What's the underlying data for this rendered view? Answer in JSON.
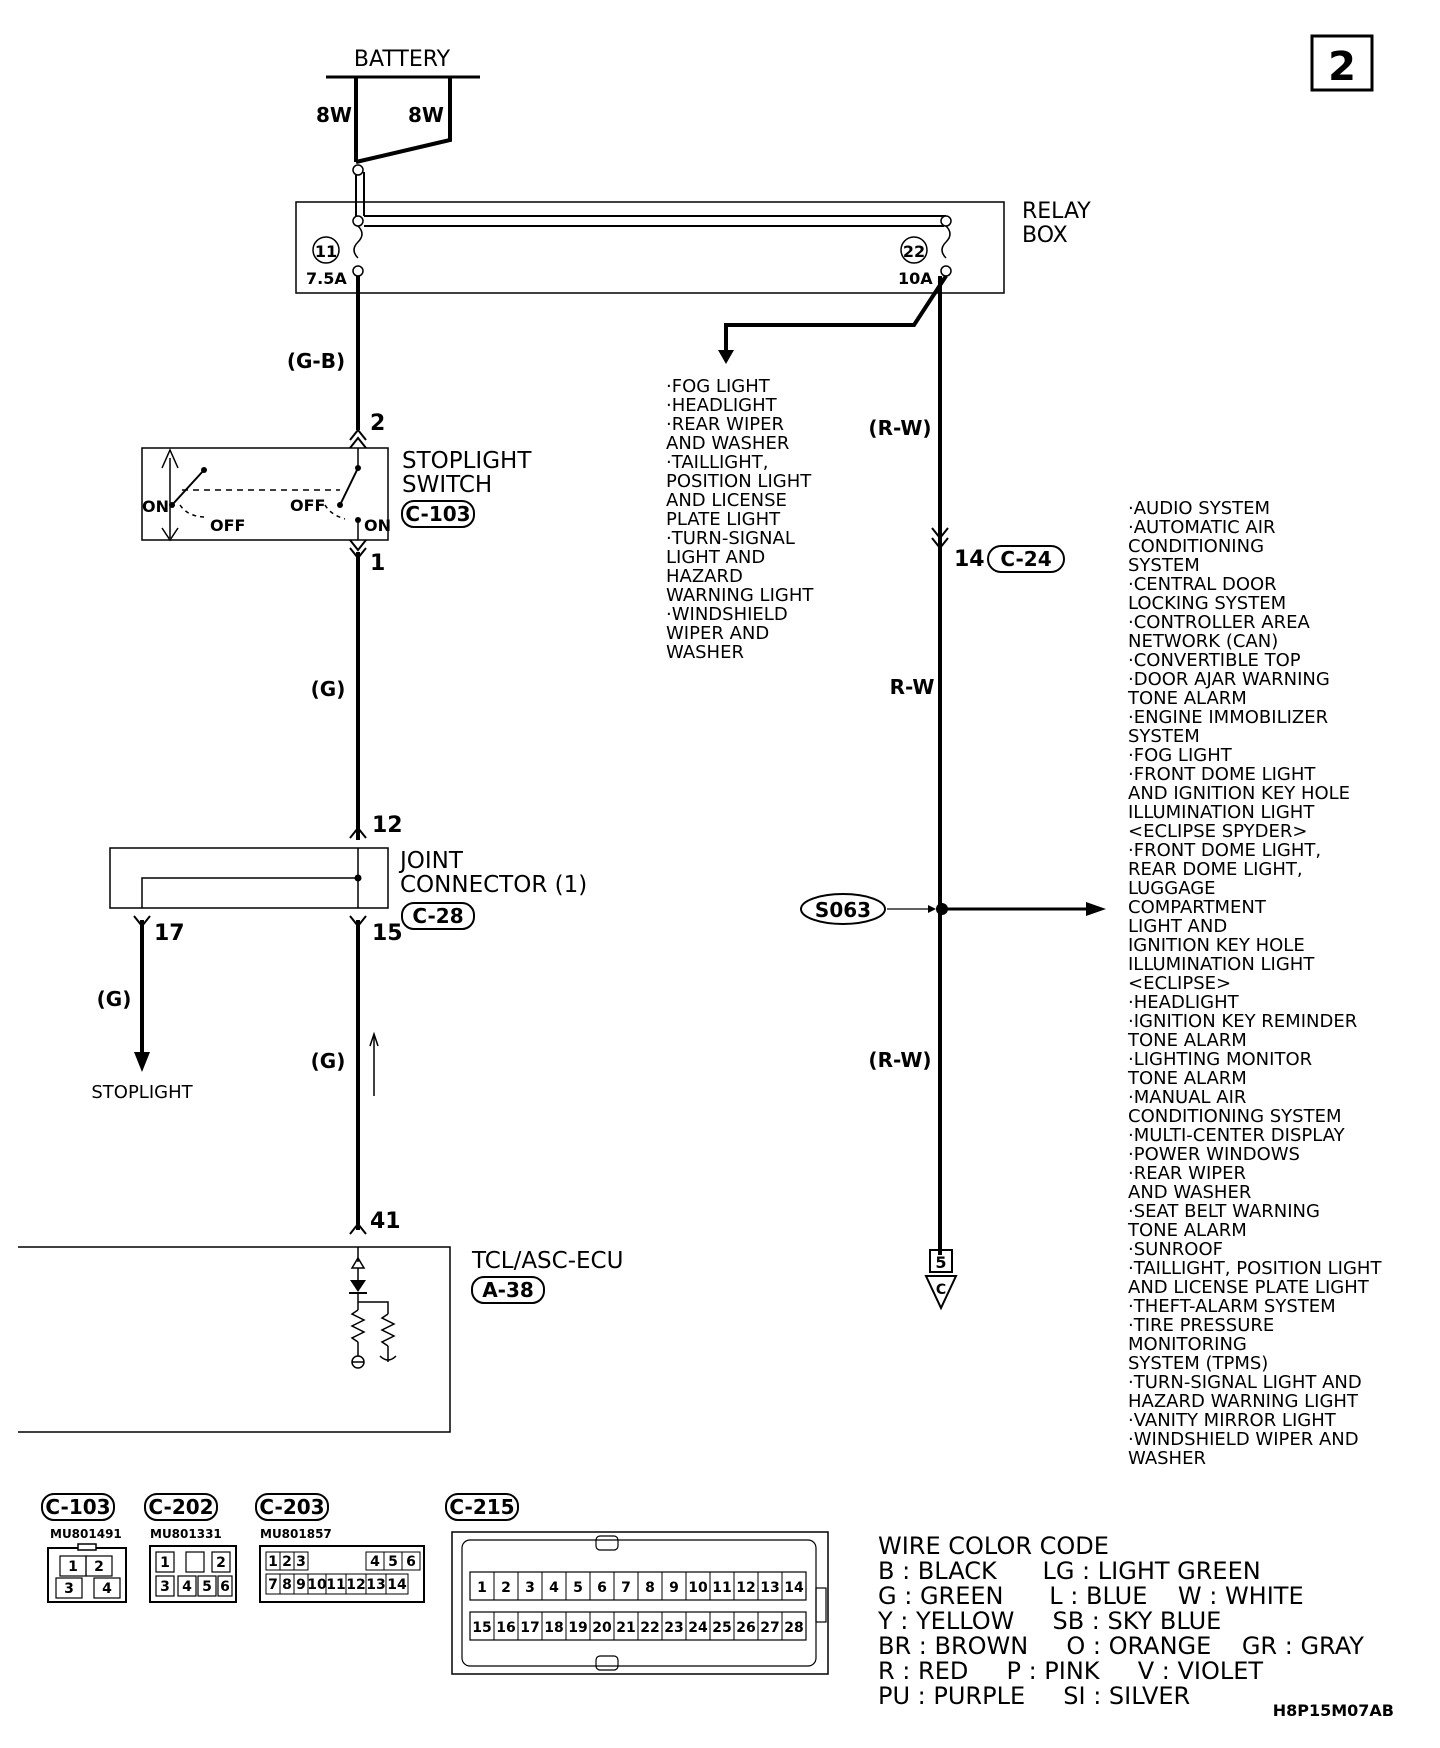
{
  "page_number": "2",
  "battery": {
    "label": "BATTERY",
    "wire_left": "8W",
    "wire_right": "8W"
  },
  "relay_box": {
    "label_line1": "RELAY",
    "label_line2": "BOX",
    "fuse_left": {
      "number": "11",
      "rating": "7.5A"
    },
    "fuse_right": {
      "number": "22",
      "rating": "10A"
    }
  },
  "wires": {
    "g_b": "(G-B)",
    "g1": "(G)",
    "g2": "(G)",
    "g3": "(G)",
    "rw1": "(R-W)",
    "rw_mid": "R-W",
    "rw2": "(R-W)"
  },
  "fuse22_branch_list": [
    "·FOG LIGHT",
    "·HEADLIGHT",
    "·REAR WIPER",
    " AND WASHER",
    "·TAILLIGHT,",
    " POSITION LIGHT",
    " AND LICENSE",
    " PLATE LIGHT",
    "·TURN-SIGNAL",
    " LIGHT AND",
    " HAZARD",
    " WARNING LIGHT",
    "·WINDSHIELD",
    " WIPER AND",
    " WASHER"
  ],
  "stoplight_switch": {
    "label_line1": "STOPLIGHT",
    "label_line2": "SWITCH",
    "connector": "C-103",
    "pin_top": "2",
    "pin_bottom": "1",
    "on_left": "ON",
    "off_left": "OFF",
    "off_right": "OFF",
    "on_right": "ON"
  },
  "c24": {
    "pin": "14",
    "connector": "C-24"
  },
  "joint_connector": {
    "label_line1": "JOINT",
    "label_line2": "CONNECTOR (1)",
    "connector": "C-28",
    "pin_top": "12",
    "pin_left": "17",
    "pin_right": "15"
  },
  "stoplight_dest": "STOPLIGHT",
  "splice": "S063",
  "splice_branch_list": [
    "·AUDIO SYSTEM",
    "·AUTOMATIC AIR",
    " CONDITIONING",
    " SYSTEM",
    "·CENTRAL DOOR",
    " LOCKING SYSTEM",
    "·CONTROLLER AREA",
    " NETWORK (CAN)",
    "·CONVERTIBLE TOP",
    "·DOOR AJAR WARNING",
    " TONE ALARM",
    "·ENGINE IMMOBILIZER",
    " SYSTEM",
    "·FOG LIGHT",
    "·FRONT DOME LIGHT",
    " AND IGNITION KEY HOLE",
    " ILLUMINATION LIGHT",
    " <ECLIPSE SPYDER>",
    "·FRONT DOME LIGHT,",
    " REAR DOME LIGHT,",
    " LUGGAGE",
    " COMPARTMENT",
    " LIGHT AND",
    " IGNITION KEY HOLE",
    " ILLUMINATION LIGHT",
    " <ECLIPSE>",
    "·HEADLIGHT",
    "·IGNITION KEY REMINDER",
    " TONE ALARM",
    "·LIGHTING MONITOR",
    " TONE ALARM",
    "·MANUAL AIR",
    " CONDITIONING SYSTEM",
    "·MULTI-CENTER DISPLAY",
    "·POWER WINDOWS",
    "·REAR WIPER",
    " AND WASHER",
    "·SEAT BELT WARNING",
    " TONE ALARM",
    "·SUNROOF",
    "·TAILLIGHT, POSITION LIGHT",
    " AND LICENSE PLATE LIGHT",
    "·THEFT-ALARM SYSTEM",
    "·TIRE PRESSURE",
    " MONITORING",
    " SYSTEM (TPMS)",
    "·TURN-SIGNAL LIGHT AND",
    " HAZARD WARNING LIGHT",
    "·VANITY MIRROR LIGHT",
    "·WINDSHIELD WIPER AND",
    " WASHER"
  ],
  "ecu": {
    "label": "TCL/ASC-ECU",
    "connector": "A-38",
    "pin": "41"
  },
  "continuation": {
    "page": "5",
    "ref": "C"
  },
  "connectors": [
    {
      "name": "C-103",
      "part": "MU801491",
      "pins": [
        "1",
        "2",
        "3",
        "4"
      ]
    },
    {
      "name": "C-202",
      "part": "MU801331",
      "pins": [
        "1",
        "2",
        "3",
        "4",
        "5",
        "6"
      ]
    },
    {
      "name": "C-203",
      "part": "MU801857",
      "pins": [
        "1",
        "2",
        "3",
        "4",
        "5",
        "6",
        "7",
        "8",
        "9",
        "10",
        "11",
        "12",
        "13",
        "14"
      ]
    },
    {
      "name": "C-215",
      "part": "",
      "pins_top": [
        "1",
        "2",
        "3",
        "4",
        "5",
        "6",
        "7",
        "8",
        "9",
        "10",
        "11",
        "12",
        "13",
        "14"
      ],
      "pins_bottom": [
        "15",
        "16",
        "17",
        "18",
        "19",
        "20",
        "21",
        "22",
        "23",
        "24",
        "25",
        "26",
        "27",
        "28"
      ]
    }
  ],
  "wire_color_code": {
    "title": "WIRE COLOR CODE",
    "rows": [
      "B : BLACK      LG : LIGHT GREEN",
      "G : GREEN      L : BLUE    W : WHITE",
      "Y : YELLOW     SB : SKY BLUE",
      "BR : BROWN     O : ORANGE    GR : GRAY",
      "R : RED     P : PINK     V : VIOLET",
      "PU : PURPLE     SI : SILVER"
    ]
  },
  "figure_code": "H8P15M07AB"
}
